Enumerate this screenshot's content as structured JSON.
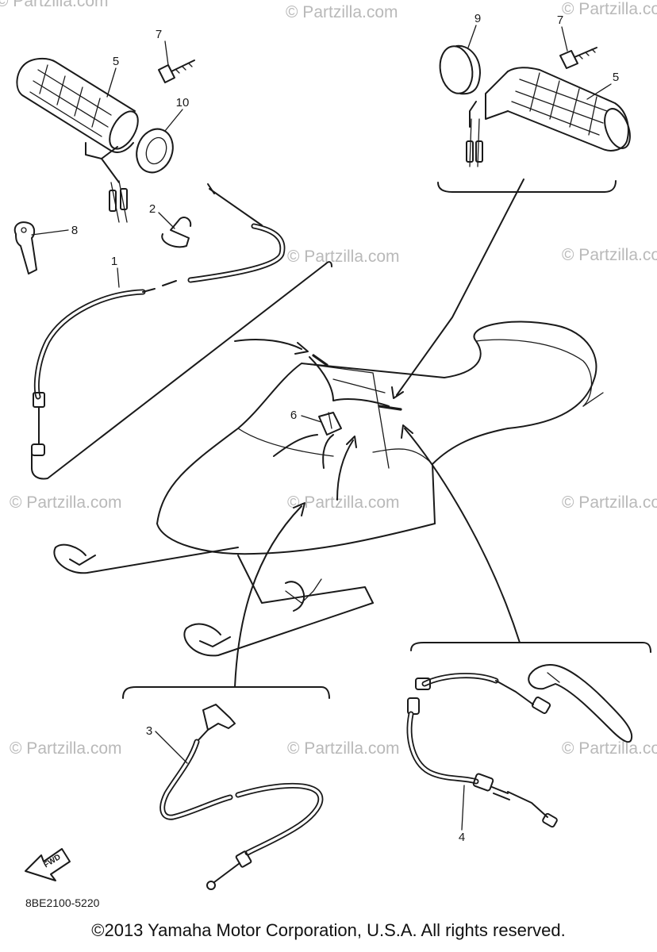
{
  "watermark": "© Partzilla.com",
  "diagram_code": "8BE2100-5220",
  "fwd_label": "FWD",
  "copyright": "©2013 Yamaha Motor Corporation, U.S.A. All rights reserved.",
  "callouts": {
    "c1": "1",
    "c2": "2",
    "c3": "3",
    "c4": "4",
    "c5a": "5",
    "c5b": "5",
    "c6": "6",
    "c7a": "7",
    "c7b": "7",
    "c8": "8",
    "c9": "9",
    "c10": "10"
  }
}
